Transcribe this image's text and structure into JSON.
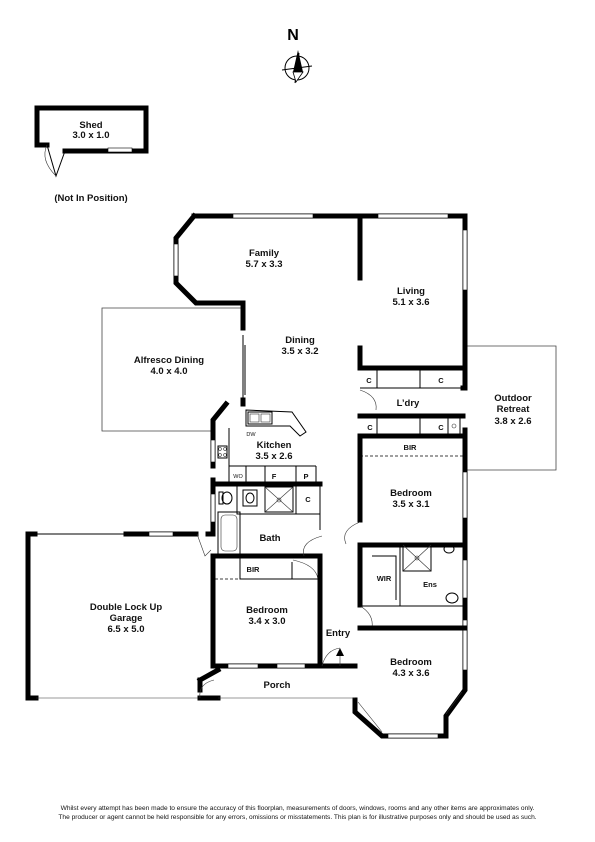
{
  "compass": {
    "label": "N"
  },
  "rooms": {
    "shed": {
      "name": "Shed",
      "dims": "3.0 x 1.0",
      "note": "(Not In Position)"
    },
    "family": {
      "name": "Family",
      "dims": "5.7 x 3.3"
    },
    "living": {
      "name": "Living",
      "dims": "5.1 x 3.6"
    },
    "dining": {
      "name": "Dining",
      "dims": "3.5 x 3.2"
    },
    "alfresco": {
      "name": "Alfresco Dining",
      "dims": "4.0 x 4.0"
    },
    "outdoor": {
      "name": "Outdoor",
      "name2": "Retreat",
      "dims": "3.8 x 2.6"
    },
    "laundry": {
      "name": "L’dry"
    },
    "kitchen": {
      "name": "Kitchen",
      "dims": "3.5 x 2.6"
    },
    "bedroom2": {
      "name": "Bedroom",
      "dims": "3.5 x 3.1"
    },
    "bath": {
      "name": "Bath"
    },
    "garage": {
      "name": "Double Lock Up",
      "name2": "Garage",
      "dims": "6.5 x 5.0"
    },
    "bedroom3": {
      "name": "Bedroom",
      "dims": "3.4 x 3.0"
    },
    "entry": {
      "name": "Entry"
    },
    "bedroom1": {
      "name": "Bedroom",
      "dims": "4.3 x 3.6"
    },
    "porch": {
      "name": "Porch"
    },
    "wir": {
      "name": "WIR"
    },
    "ens": {
      "name": "Ens"
    }
  },
  "fixtures": {
    "cupboard": "C",
    "bir": "BIR",
    "wo": "WO",
    "fridge": "F",
    "pantry": "P",
    "dw": "DW"
  },
  "disclaimer": {
    "line1": "Whilst every attempt has been made to ensure the accuracy of this floorplan, measurements of doors, windows, rooms and any other items are approximates only.",
    "line2": "The producer or agent cannot be held responsible for any errors, omissions or misstatements. This plan is for illustrative purposes only and should be used as such."
  }
}
